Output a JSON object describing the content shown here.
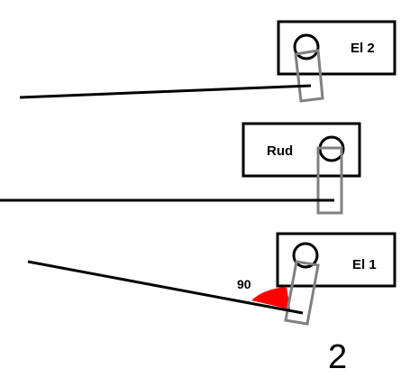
{
  "units": [
    {
      "label": "El 2"
    },
    {
      "label": "Rud"
    },
    {
      "label": "El 1"
    }
  ],
  "angle": {
    "label": "90"
  },
  "figure_number": "2",
  "colors": {
    "stroke": "#000000",
    "link": "#808080",
    "angle_fill": "#ff0000",
    "background": "#ffffff"
  }
}
